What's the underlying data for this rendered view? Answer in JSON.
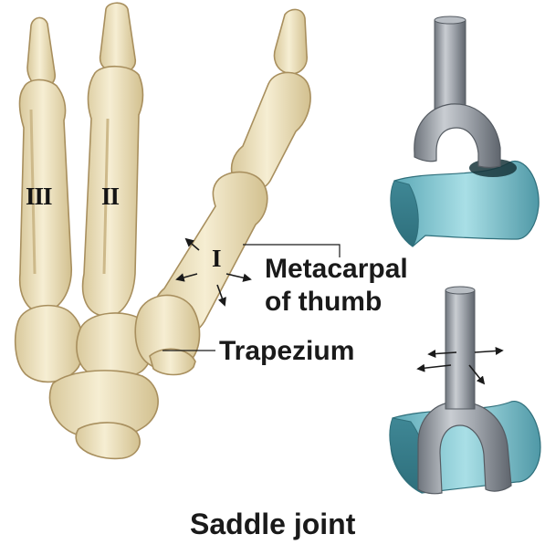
{
  "labels": {
    "metacarpal_line1": "Metacarpal",
    "metacarpal_line2": "of thumb",
    "trapezium": "Trapezium",
    "caption": "Saddle joint"
  },
  "digit_numerals": {
    "thumb": "I",
    "index": "II",
    "middle": "III"
  },
  "colors": {
    "bone_fill": "#efe3bf",
    "bone_outline": "#b8a273",
    "metal_cylinder": "#9aa0a8",
    "saddle_block": "#7fc4d0",
    "text": "#1a1a1a"
  }
}
